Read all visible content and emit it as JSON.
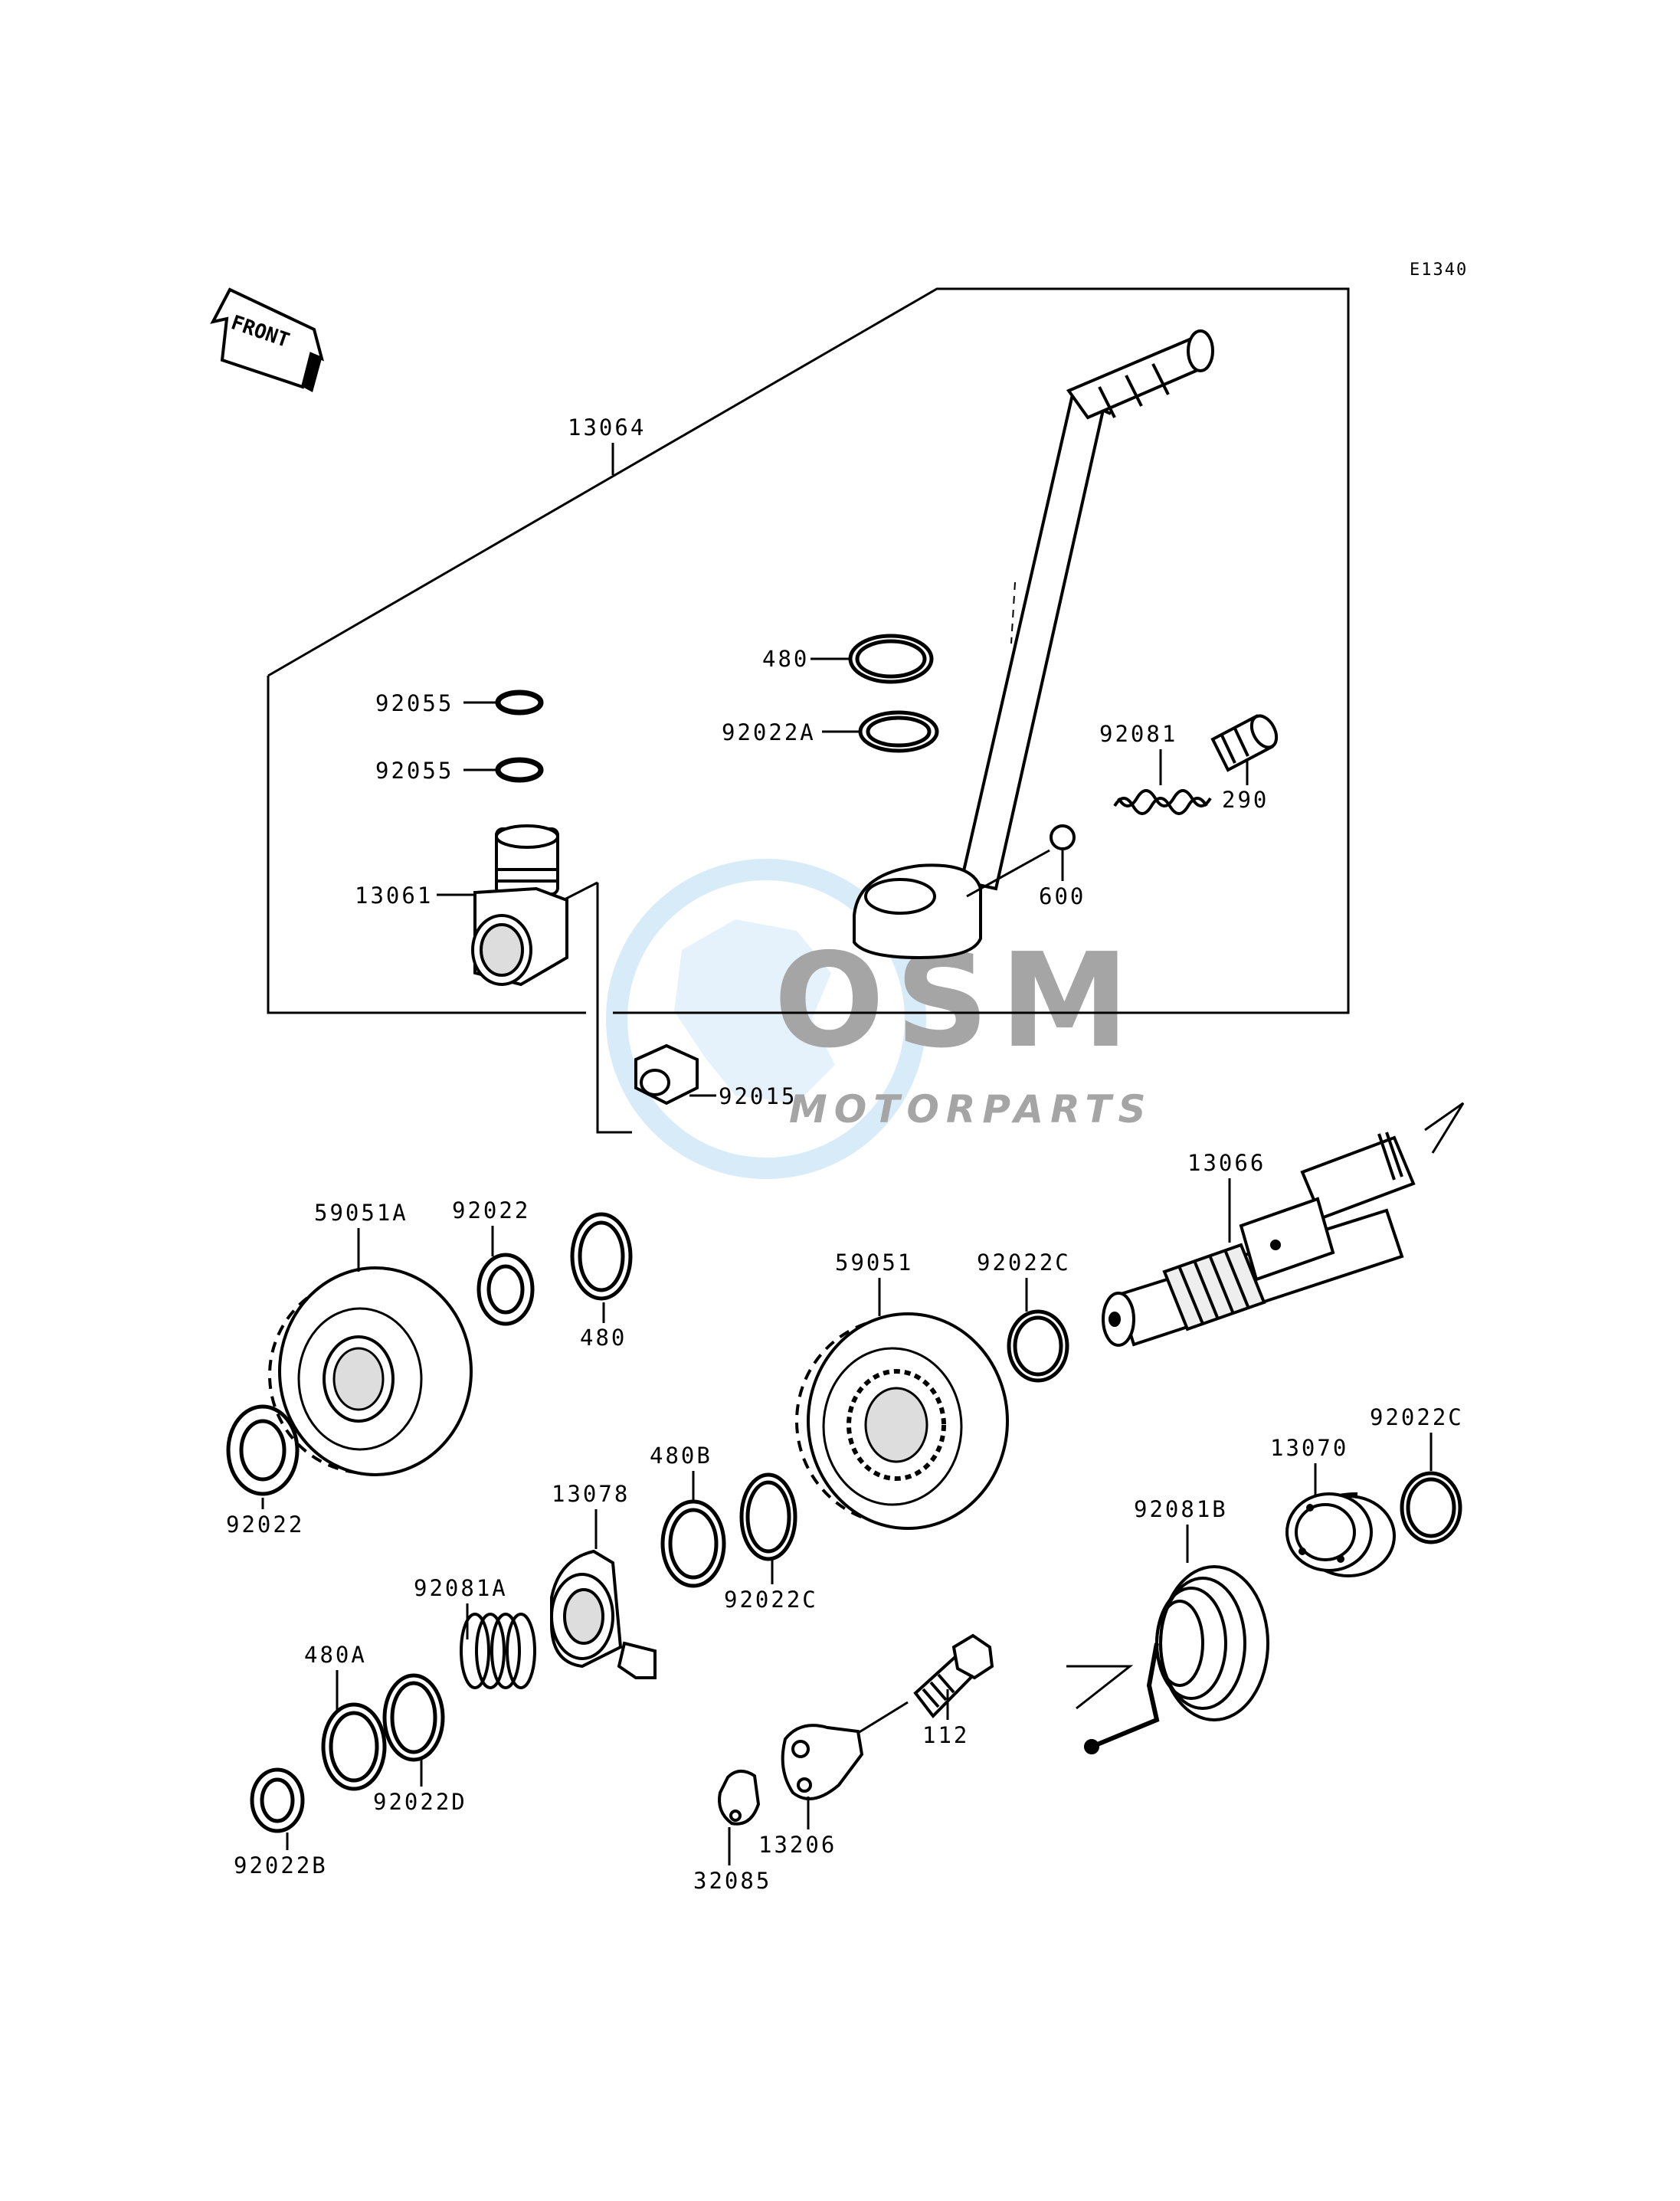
{
  "diagram_code": "E1340",
  "front_label": "FRONT",
  "watermark": {
    "brand": "OSM",
    "sub": "MOTORPARTS"
  },
  "parts": [
    {
      "id": "p13064",
      "label": "13064"
    },
    {
      "id": "p480_top",
      "label": "480"
    },
    {
      "id": "p92022A",
      "label": "92022A"
    },
    {
      "id": "p92055_1",
      "label": "92055"
    },
    {
      "id": "p92055_2",
      "label": "92055"
    },
    {
      "id": "p92081",
      "label": "92081"
    },
    {
      "id": "p290",
      "label": "290"
    },
    {
      "id": "p13061",
      "label": "13061"
    },
    {
      "id": "p600",
      "label": "600"
    },
    {
      "id": "p92015",
      "label": "92015"
    },
    {
      "id": "p13066",
      "label": "13066"
    },
    {
      "id": "p59051A",
      "label": "59051A"
    },
    {
      "id": "p92022_top",
      "label": "92022"
    },
    {
      "id": "p480_mid",
      "label": "480"
    },
    {
      "id": "p59051",
      "label": "59051"
    },
    {
      "id": "p92022C_1",
      "label": "92022C"
    },
    {
      "id": "p92022C_2",
      "label": "92022C"
    },
    {
      "id": "p92022_left",
      "label": "92022"
    },
    {
      "id": "p13070",
      "label": "13070"
    },
    {
      "id": "p480B",
      "label": "480B"
    },
    {
      "id": "p13078",
      "label": "13078"
    },
    {
      "id": "p92081B",
      "label": "92081B"
    },
    {
      "id": "p92022C_3",
      "label": "92022C"
    },
    {
      "id": "p92081A",
      "label": "92081A"
    },
    {
      "id": "p480A",
      "label": "480A"
    },
    {
      "id": "p112",
      "label": "112"
    },
    {
      "id": "p92022D",
      "label": "92022D"
    },
    {
      "id": "p13206",
      "label": "13206"
    },
    {
      "id": "p92022B",
      "label": "92022B"
    },
    {
      "id": "p32085",
      "label": "32085"
    }
  ]
}
